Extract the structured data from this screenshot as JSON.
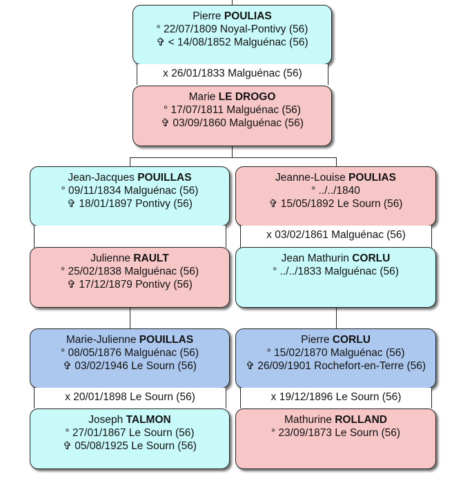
{
  "persons": {
    "pierre_poulias": {
      "given": "Pierre",
      "surname": "POULIAS",
      "lines": [
        "° 22/07/1809 Noyal-Pontivy (56)",
        "✞ < 14/08/1852 Malguénac (56)"
      ]
    },
    "marie_le_drogo": {
      "given": "Marie",
      "surname": "LE DROGO",
      "lines": [
        "° 17/07/1811 Malguénac (56)",
        "✞ 03/09/1860 Malguénac (56)"
      ]
    },
    "jean_jacques": {
      "given": "Jean-Jacques",
      "surname": "POUILLAS",
      "lines": [
        "° 09/11/1834 Malguénac (56)",
        "✞ 18/01/1897 Pontivy (56)"
      ]
    },
    "jeanne_louise": {
      "given": "Jeanne-Louise",
      "surname": "POULIAS",
      "lines": [
        "° ../../1840",
        "✞ 15/05/1892 Le Sourn (56)"
      ]
    },
    "julienne_rault": {
      "given": "Julienne",
      "surname": "RAULT",
      "lines": [
        "° 25/02/1838 Malguénac (56)",
        "✞ 17/12/1879 Pontivy (56)"
      ]
    },
    "jean_mathurin": {
      "given": "Jean Mathurin",
      "surname": "CORLU",
      "lines": [
        "° ../../1833 Malguénac (56)"
      ]
    },
    "marie_julienne": {
      "given": "Marie-Julienne",
      "surname": "POUILLAS",
      "lines": [
        "° 08/05/1876 Malguénac (56)",
        "✞ 03/02/1946 Le Sourn (56)"
      ]
    },
    "pierre_corlu": {
      "given": "Pierre",
      "surname": "CORLU",
      "lines": [
        "° 15/02/1870 Malguénac (56)",
        "✞ 26/09/1901 Rochefort-en-Terre (56)"
      ]
    },
    "joseph_talmon": {
      "given": "Joseph",
      "surname": "TALMON",
      "lines": [
        "° 27/01/1867 Le Sourn (56)",
        "✞ 05/08/1925 Le Sourn (56)"
      ]
    },
    "mathurine_rolland": {
      "given": "Mathurine",
      "surname": "ROLLAND",
      "lines": [
        "° 23/09/1873 Le Sourn (56)"
      ]
    }
  },
  "unions": {
    "u1": "x 26/01/1833 Malguénac (56)",
    "u2": "",
    "u3": "x 03/02/1861 Malguénac (56)",
    "u4": "x 20/01/1898 Le Sourn (56)",
    "u5": "x 19/12/1896 Le Sourn (56)"
  },
  "colors": {
    "male": "#c8fafa",
    "female": "#f7c6c6",
    "highlight": "#adc8ee"
  }
}
